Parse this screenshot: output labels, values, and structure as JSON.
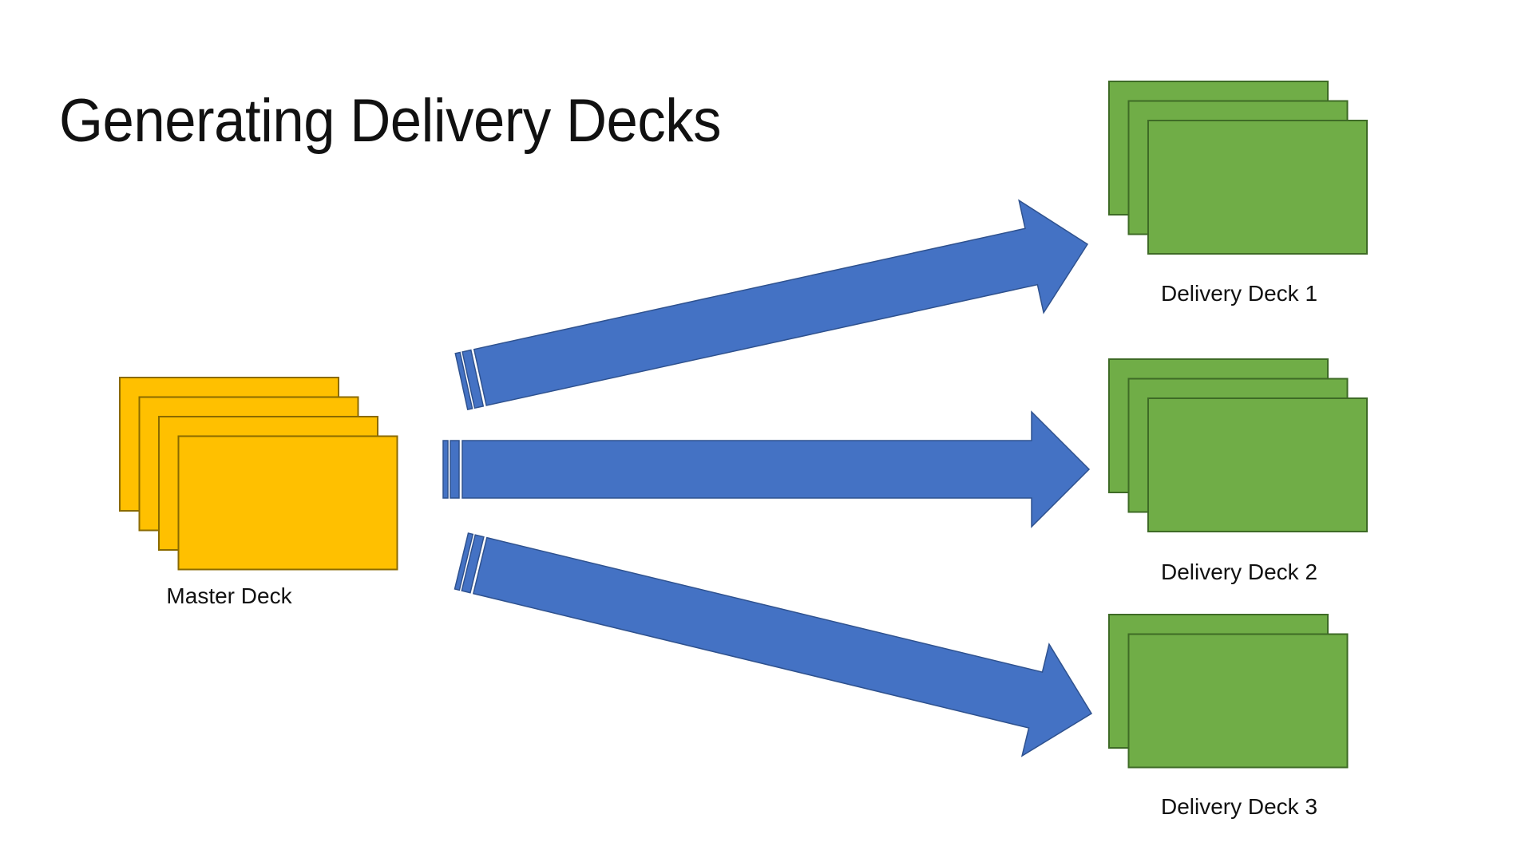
{
  "slide": {
    "title": "Generating Delivery Decks"
  },
  "master_deck": {
    "label": "Master Deck",
    "card_count": 4,
    "color": "#FFC000",
    "border_color": "#8A6A00"
  },
  "delivery_decks": [
    {
      "label": "Delivery Deck 1",
      "card_count": 3
    },
    {
      "label": "Delivery Deck 2",
      "card_count": 3
    },
    {
      "label": "Delivery Deck 3",
      "card_count": 2
    }
  ],
  "colors": {
    "delivery_fill": "#70AD47",
    "delivery_border": "#3E6B26",
    "arrow_fill": "#4472C4",
    "arrow_border": "#2F528F",
    "text": "#111111"
  }
}
